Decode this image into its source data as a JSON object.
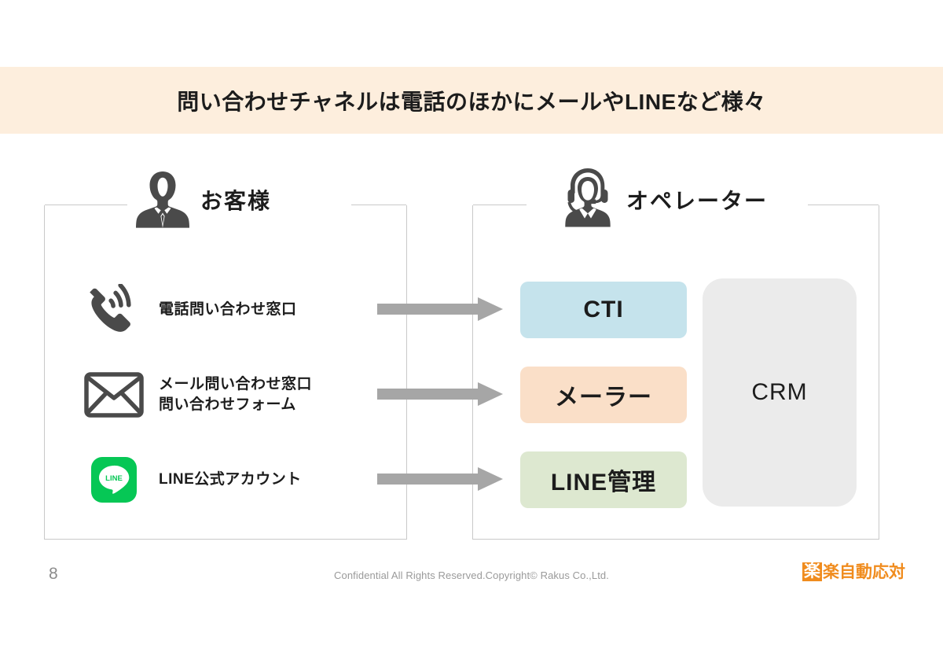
{
  "slide": {
    "title": "問い合わせチャネルは電話のほかにメールやLINEなど様々",
    "title_band_color": "#fdeedd"
  },
  "groups": {
    "customer": {
      "label": "お客様",
      "icon": "businessman-avatar-icon"
    },
    "operator": {
      "label": "オペレーター",
      "icon": "operator-headset-avatar-icon"
    }
  },
  "channels": [
    {
      "id": "phone",
      "icon": "phone-ringing-icon",
      "label_line1": "電話問い合わせ窓口",
      "label_line2": ""
    },
    {
      "id": "mail",
      "icon": "envelope-icon",
      "label_line1": "メール問い合わせ窓口",
      "label_line2": "問い合わせフォーム"
    },
    {
      "id": "line",
      "icon": "line-app-icon",
      "icon_text": "LINE",
      "label_line1": "LINE公式アカウント",
      "label_line2": ""
    }
  ],
  "arrows": [
    {
      "id": "arrow-phone",
      "icon": "right-arrow-icon",
      "color": "#a6a6a6"
    },
    {
      "id": "arrow-mail",
      "icon": "right-arrow-icon",
      "color": "#a6a6a6"
    },
    {
      "id": "arrow-line",
      "icon": "right-arrow-icon",
      "color": "#a6a6a6"
    }
  ],
  "systems": [
    {
      "id": "cti",
      "label": "CTI",
      "color": "#c5e3ec"
    },
    {
      "id": "mailer",
      "label": "メーラー",
      "color": "#fadfc8"
    },
    {
      "id": "line-kanri",
      "label": "LINE管理",
      "color": "#dde8d0"
    }
  ],
  "crm": {
    "label": "CRM",
    "color": "#ebebeb"
  },
  "footer": {
    "page_number": "8",
    "copyright": "Confidential All Rights Reserved.Copyright© Rakus Co.,Ltd.",
    "brand_mark": "楽",
    "brand_rest": "楽自動応対",
    "brand_color": "#f08c1e"
  }
}
